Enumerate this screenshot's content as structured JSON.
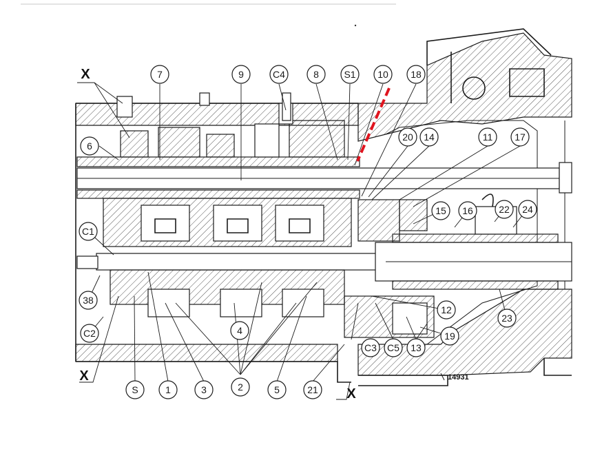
{
  "diagram": {
    "reference_number": "14931",
    "section_marker": "X",
    "callouts": {
      "c7": "7",
      "c9": "9",
      "cC4": "C4",
      "c8": "8",
      "cS1": "S1",
      "c10": "10",
      "c18": "18",
      "c6": "6",
      "c20": "20",
      "c14": "14",
      "c11": "11",
      "c17": "17",
      "c15": "15",
      "c16": "16",
      "c22": "22",
      "c24": "24",
      "cC1": "C1",
      "c38": "38",
      "cC2": "C2",
      "c12": "12",
      "c23": "23",
      "c4": "4",
      "c19": "19",
      "cC3": "C3",
      "cC5": "C5",
      "c13": "13",
      "cS": "S",
      "c1": "1",
      "c3": "3",
      "c2": "2",
      "c5": "5",
      "c21": "21"
    },
    "colors": {
      "line": "#1a1a1a",
      "highlight_dash": "#e0141e"
    }
  }
}
